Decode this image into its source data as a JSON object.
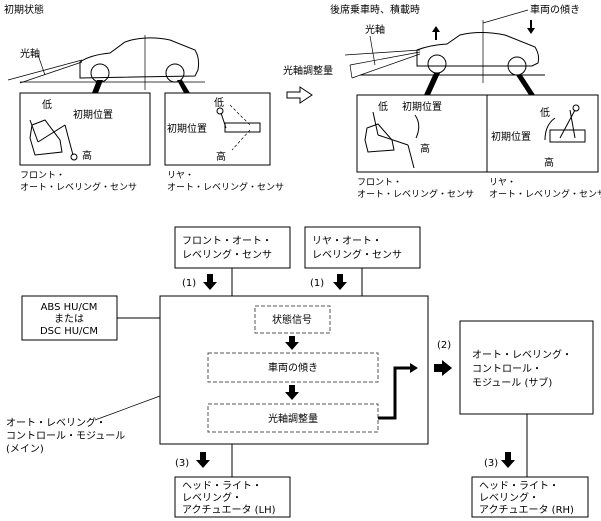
{
  "top": {
    "initial_title": "初期状態",
    "loaded_title": "後席乗車時、積載時",
    "vehicle_tilt": "車両の傾き",
    "optical_axis": "光軸",
    "axis_adjust": "光軸調整量",
    "low": "低",
    "high": "高",
    "initial_position": "初期位置",
    "front_sensor": [
      "フロント・",
      "オート・レベリング・センサ"
    ],
    "rear_sensor": [
      "リヤ・",
      "オート・レベリング・センサ"
    ]
  },
  "flow": {
    "front_sensor": [
      "フロント・オート・",
      "レベリング・センサ"
    ],
    "rear_sensor": [
      "リヤ・オート・",
      "レベリング・センサ"
    ],
    "abs": [
      "ABS HU/CM",
      "または",
      "DSC HU/CM"
    ],
    "state_signal": "状態信号",
    "vehicle_tilt": "車両の傾き",
    "axis_adjust": "光軸調整量",
    "main_module": [
      "オート・レベリング・",
      "コントロール・モジュール",
      "(メイン)"
    ],
    "sub_module": [
      "オート・レベリング・",
      "コントロール・",
      "モジュール (サブ)"
    ],
    "actuator_lh": [
      "ヘッド・ライト・",
      "レベリング・",
      "アクチュエータ (LH)"
    ],
    "actuator_rh": [
      "ヘッド・ライト・",
      "レベリング・",
      "アクチュエータ (RH)"
    ],
    "label_1": "(1)",
    "label_2": "(2)",
    "label_3": "(3)"
  }
}
